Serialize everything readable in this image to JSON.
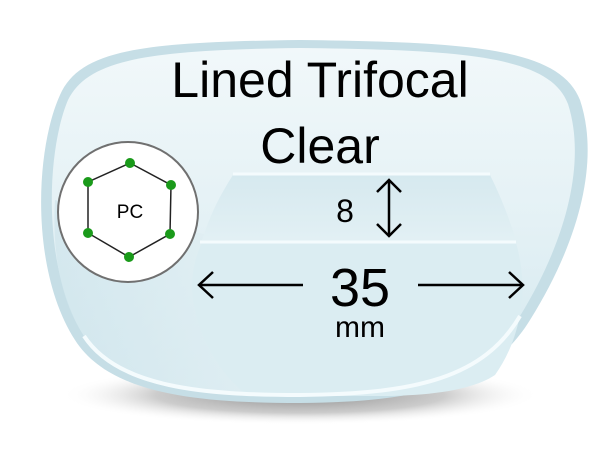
{
  "product": {
    "title_line1": "Lined Trifocal",
    "title_line2": "Clear",
    "material_badge": "PC",
    "segment_height": "8",
    "segment_width": "35",
    "unit": "mm"
  },
  "colors": {
    "lens_edge": "#c4dde5",
    "lens_face": "#e6f2f6",
    "segment_fill": "#d8ebf1",
    "badge_dot": "#1a9a1a",
    "badge_ring": "#707070",
    "shadow": "#8a8a8a"
  }
}
